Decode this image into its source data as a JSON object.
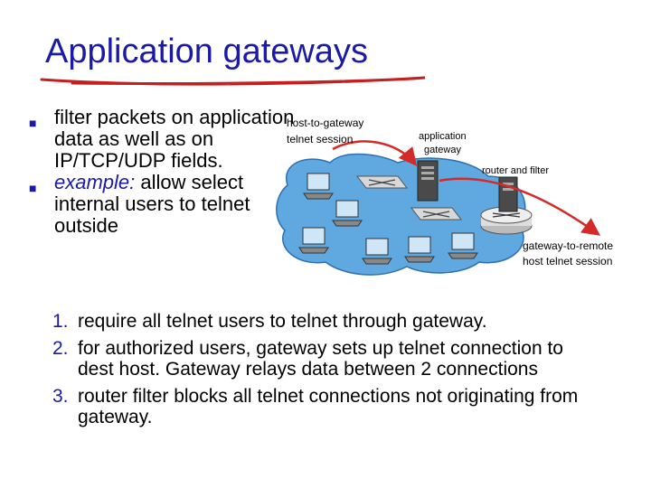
{
  "title": "Application gateways",
  "bullets": [
    {
      "text": "filter packets on application data as well as on IP/TCP/UDP fields."
    },
    {
      "em": "example:",
      "text": "allow select internal users to telnet outside"
    }
  ],
  "diagram_labels": {
    "host_to_gateway_1": "host-to-gateway",
    "host_to_gateway_2": "telnet session",
    "app_gateway_1": "application",
    "app_gateway_2": "gateway",
    "router_filter": "router and filter",
    "gateway_remote_1": "gateway-to-remote",
    "gateway_remote_2": "host telnet session"
  },
  "steps": [
    {
      "num": "1.",
      "text": "require all telnet users to telnet through gateway."
    },
    {
      "num": "2.",
      "text": "for authorized users, gateway sets up telnet connection to dest host. Gateway relays data between 2 connections"
    },
    {
      "num": "3.",
      "text": "router filter blocks all telnet connections not originating from gateway."
    }
  ],
  "colors": {
    "title": "#1a1aa6",
    "cloud": "#5fa8e0",
    "arrow": "#d42a2a",
    "underline": "#c42020"
  }
}
